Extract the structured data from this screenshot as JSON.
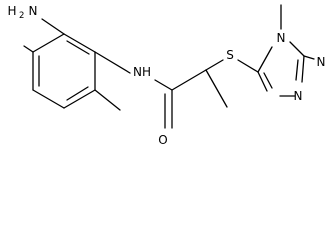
{
  "molecule": {
    "atoms": {
      "amine_n": "N",
      "amine_h": "H",
      "amine_h_count": "2",
      "amide_n": "NH",
      "carbonyl_o": "O",
      "thioether_s": "S",
      "triazole_n_methyl": "N",
      "triazole_n_a": "N",
      "triazole_n_b": "N"
    },
    "colors": {
      "bond": "#000000",
      "text": "#000000",
      "background": "#ffffff"
    }
  }
}
